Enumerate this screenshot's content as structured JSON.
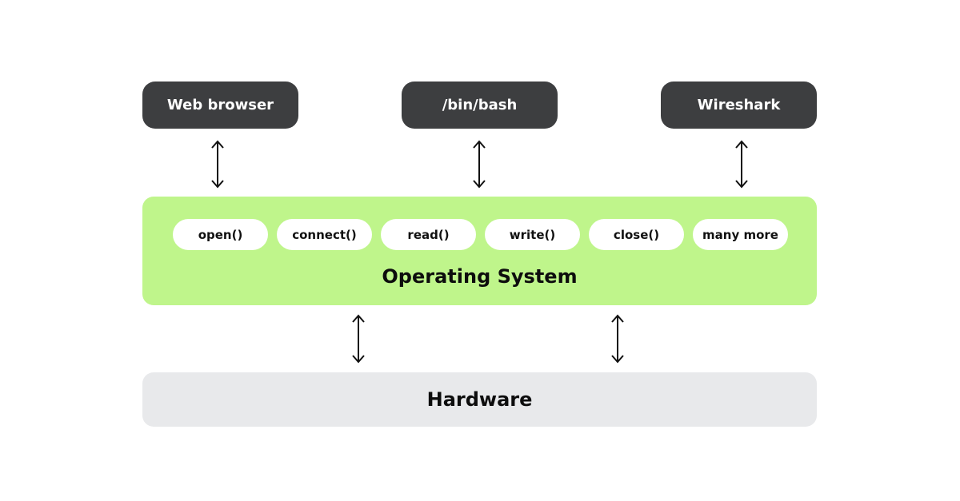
{
  "applications": [
    {
      "label": "Web browser"
    },
    {
      "label": "/bin/bash"
    },
    {
      "label": "Wireshark"
    }
  ],
  "operating_system": {
    "title": "Operating System",
    "syscalls": [
      "open()",
      "connect()",
      "read()",
      "write()",
      "close()",
      "many more"
    ]
  },
  "hardware": {
    "title": "Hardware"
  },
  "colors": {
    "app_box": "#3d3e40",
    "os_box": "#bff58b",
    "hardware_box": "#e8e9eb",
    "pill": "#ffffff"
  }
}
